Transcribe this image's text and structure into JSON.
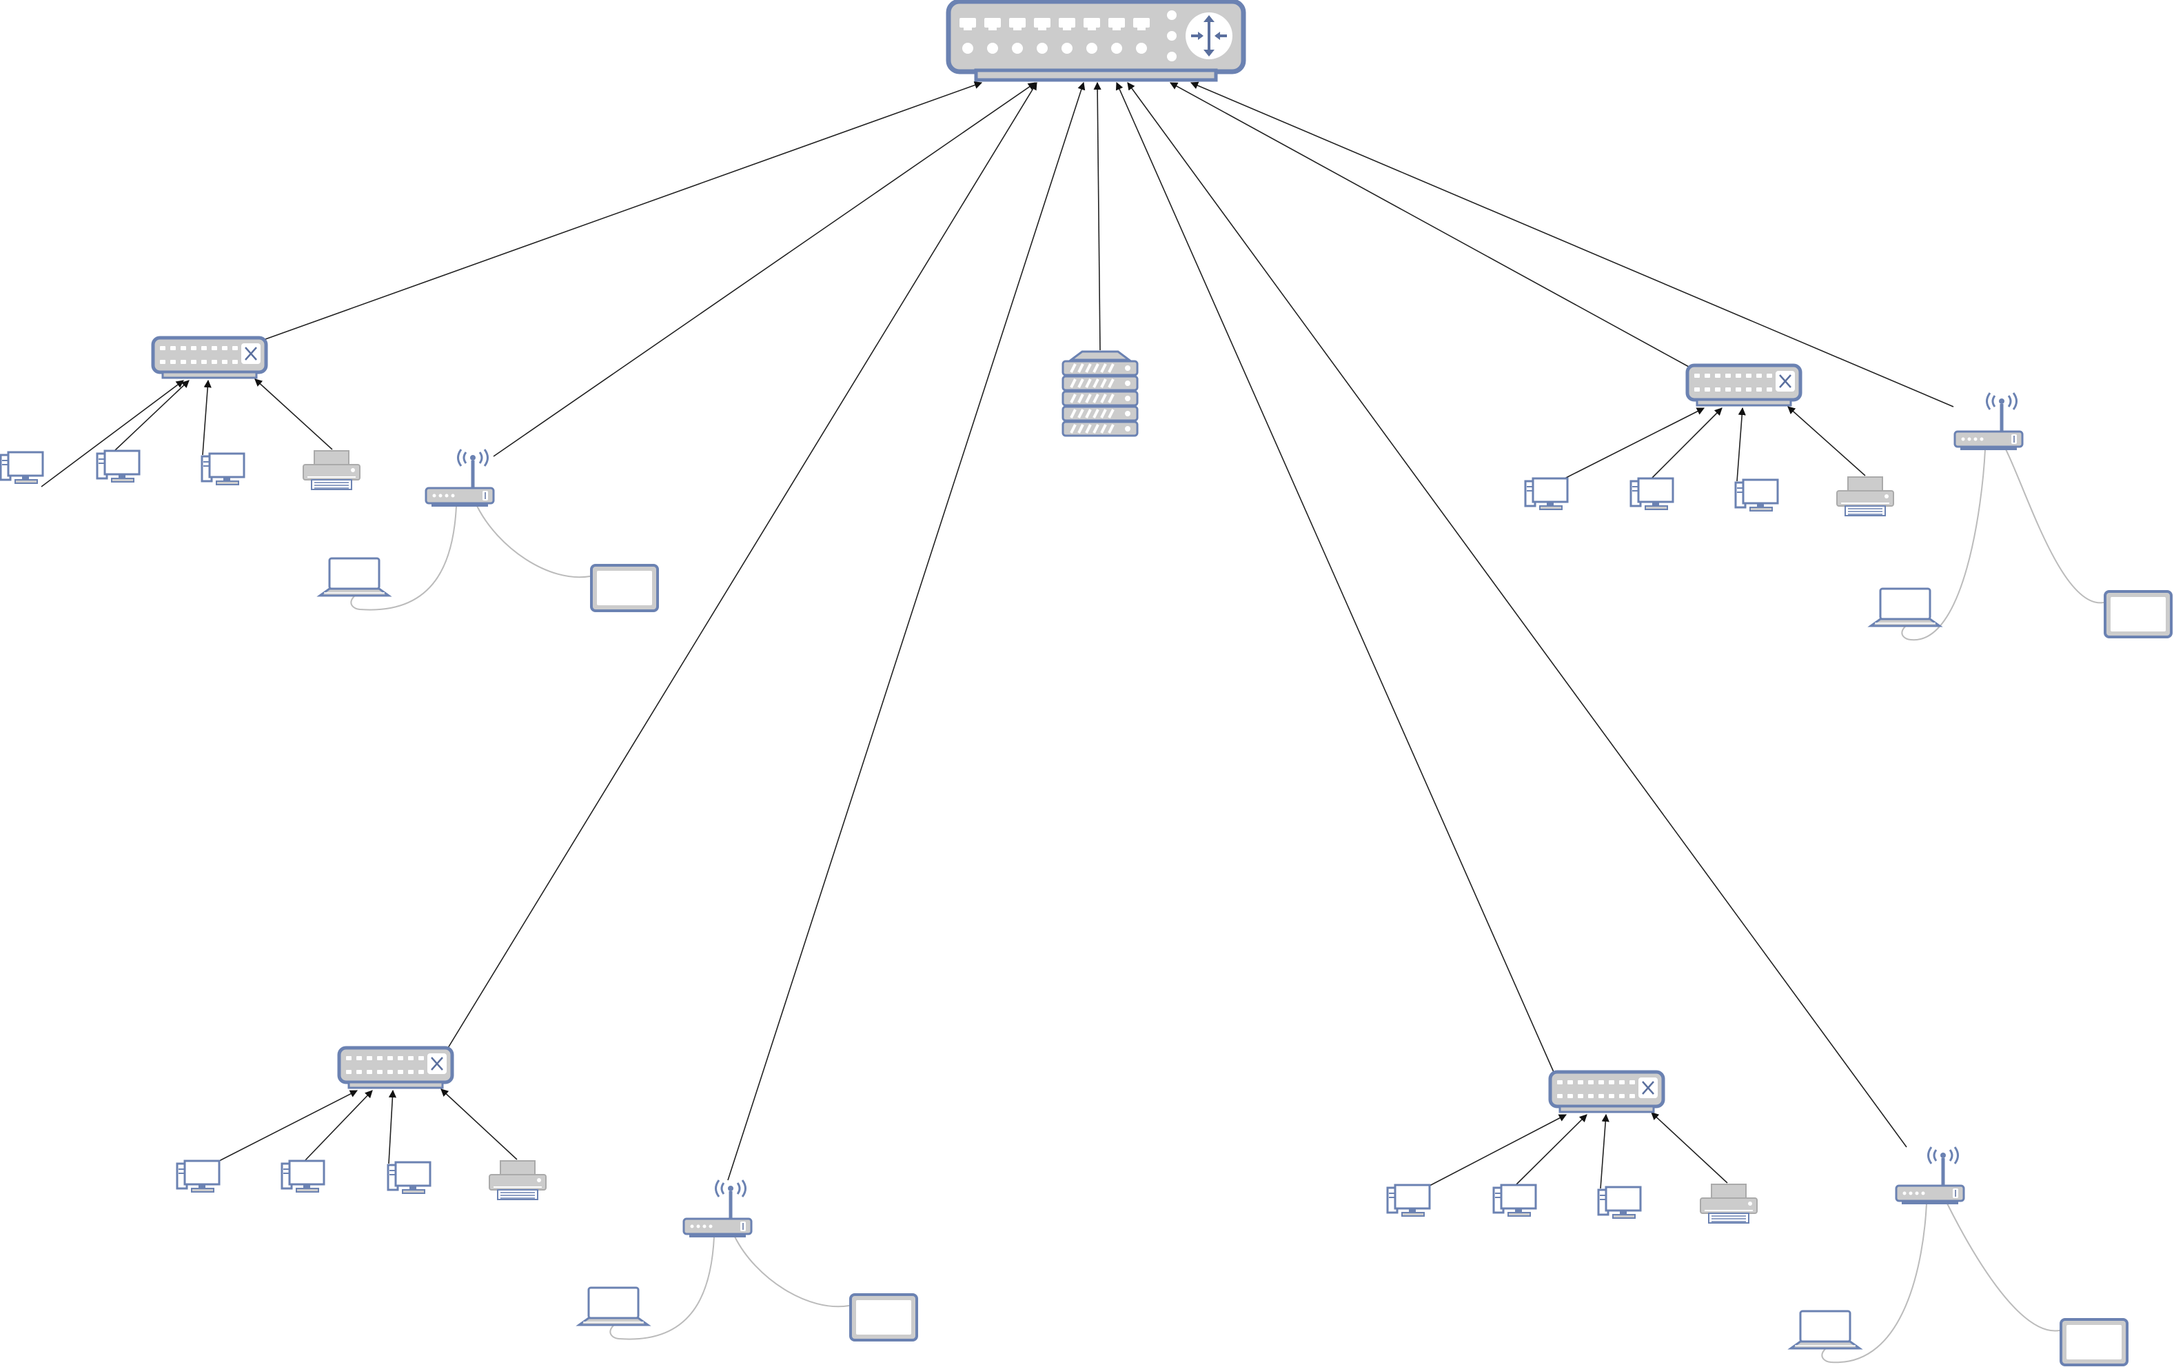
{
  "diagram": {
    "kind": "network-topology",
    "colors": {
      "device_fill": "#cccccc",
      "device_stroke": "#6b82b2",
      "device_stroke_dark": "#5a6f9e",
      "link": "#222222",
      "wireless_link": "#bbbbbb",
      "screen_fill": "#ffffff",
      "background": "#ffffff"
    },
    "nodes": [
      {
        "id": "core-router",
        "type": "router",
        "icon": "router-icon"
      },
      {
        "id": "server",
        "type": "server-rack",
        "icon": "server-rack-icon"
      },
      {
        "id": "switch-tl",
        "type": "switch",
        "icon": "switch-icon"
      },
      {
        "id": "switch-tr",
        "type": "switch",
        "icon": "switch-icon"
      },
      {
        "id": "switch-bl",
        "type": "switch",
        "icon": "switch-icon"
      },
      {
        "id": "switch-br",
        "type": "switch",
        "icon": "switch-icon"
      },
      {
        "id": "ap-tl",
        "type": "wireless-access-point",
        "icon": "wifi-access-point-icon"
      },
      {
        "id": "ap-tr",
        "type": "wireless-access-point",
        "icon": "wifi-access-point-icon"
      },
      {
        "id": "ap-bl",
        "type": "wireless-access-point",
        "icon": "wifi-access-point-icon"
      },
      {
        "id": "ap-br",
        "type": "wireless-access-point",
        "icon": "wifi-access-point-icon"
      },
      {
        "id": "pc-tl-1",
        "type": "pc",
        "icon": "desktop-pc-icon"
      },
      {
        "id": "pc-tl-2",
        "type": "pc",
        "icon": "desktop-pc-icon"
      },
      {
        "id": "pc-tl-3",
        "type": "pc",
        "icon": "desktop-pc-icon"
      },
      {
        "id": "printer-tl",
        "type": "printer",
        "icon": "printer-icon"
      },
      {
        "id": "pc-tr-1",
        "type": "pc",
        "icon": "desktop-pc-icon"
      },
      {
        "id": "pc-tr-2",
        "type": "pc",
        "icon": "desktop-pc-icon"
      },
      {
        "id": "pc-tr-3",
        "type": "pc",
        "icon": "desktop-pc-icon"
      },
      {
        "id": "printer-tr",
        "type": "printer",
        "icon": "printer-icon"
      },
      {
        "id": "pc-bl-1",
        "type": "pc",
        "icon": "desktop-pc-icon"
      },
      {
        "id": "pc-bl-2",
        "type": "pc",
        "icon": "desktop-pc-icon"
      },
      {
        "id": "pc-bl-3",
        "type": "pc",
        "icon": "desktop-pc-icon"
      },
      {
        "id": "printer-bl",
        "type": "printer",
        "icon": "printer-icon"
      },
      {
        "id": "pc-br-1",
        "type": "pc",
        "icon": "desktop-pc-icon"
      },
      {
        "id": "pc-br-2",
        "type": "pc",
        "icon": "desktop-pc-icon"
      },
      {
        "id": "pc-br-3",
        "type": "pc",
        "icon": "desktop-pc-icon"
      },
      {
        "id": "printer-br",
        "type": "printer",
        "icon": "printer-icon"
      },
      {
        "id": "laptop-tl",
        "type": "laptop",
        "icon": "laptop-icon"
      },
      {
        "id": "tablet-tl",
        "type": "tablet",
        "icon": "tablet-icon"
      },
      {
        "id": "laptop-tr",
        "type": "laptop",
        "icon": "laptop-icon"
      },
      {
        "id": "tablet-tr",
        "type": "tablet",
        "icon": "tablet-icon"
      },
      {
        "id": "laptop-bl",
        "type": "laptop",
        "icon": "laptop-icon"
      },
      {
        "id": "tablet-bl",
        "type": "tablet",
        "icon": "tablet-icon"
      },
      {
        "id": "laptop-br",
        "type": "laptop",
        "icon": "laptop-icon"
      },
      {
        "id": "tablet-br",
        "type": "tablet",
        "icon": "tablet-icon"
      }
    ],
    "links": [
      {
        "from": "switch-tl",
        "to": "core-router",
        "style": "wired"
      },
      {
        "from": "ap-tl",
        "to": "core-router",
        "style": "wired"
      },
      {
        "from": "switch-bl",
        "to": "core-router",
        "style": "wired"
      },
      {
        "from": "ap-bl",
        "to": "core-router",
        "style": "wired"
      },
      {
        "from": "server",
        "to": "core-router",
        "style": "wired"
      },
      {
        "from": "switch-br",
        "to": "core-router",
        "style": "wired"
      },
      {
        "from": "ap-br",
        "to": "core-router",
        "style": "wired"
      },
      {
        "from": "switch-tr",
        "to": "core-router",
        "style": "wired"
      },
      {
        "from": "ap-tr",
        "to": "core-router",
        "style": "wired"
      },
      {
        "from": "pc-tl-1",
        "to": "switch-tl",
        "style": "wired"
      },
      {
        "from": "pc-tl-2",
        "to": "switch-tl",
        "style": "wired"
      },
      {
        "from": "pc-tl-3",
        "to": "switch-tl",
        "style": "wired"
      },
      {
        "from": "printer-tl",
        "to": "switch-tl",
        "style": "wired"
      },
      {
        "from": "pc-tr-1",
        "to": "switch-tr",
        "style": "wired"
      },
      {
        "from": "pc-tr-2",
        "to": "switch-tr",
        "style": "wired"
      },
      {
        "from": "pc-tr-3",
        "to": "switch-tr",
        "style": "wired"
      },
      {
        "from": "printer-tr",
        "to": "switch-tr",
        "style": "wired"
      },
      {
        "from": "pc-bl-1",
        "to": "switch-bl",
        "style": "wired"
      },
      {
        "from": "pc-bl-2",
        "to": "switch-bl",
        "style": "wired"
      },
      {
        "from": "pc-bl-3",
        "to": "switch-bl",
        "style": "wired"
      },
      {
        "from": "printer-bl",
        "to": "switch-bl",
        "style": "wired"
      },
      {
        "from": "pc-br-1",
        "to": "switch-br",
        "style": "wired"
      },
      {
        "from": "pc-br-2",
        "to": "switch-br",
        "style": "wired"
      },
      {
        "from": "pc-br-3",
        "to": "switch-br",
        "style": "wired"
      },
      {
        "from": "printer-br",
        "to": "switch-br",
        "style": "wired"
      },
      {
        "from": "ap-tl",
        "to": "laptop-tl",
        "style": "wireless"
      },
      {
        "from": "ap-tl",
        "to": "tablet-tl",
        "style": "wireless"
      },
      {
        "from": "ap-tr",
        "to": "laptop-tr",
        "style": "wireless"
      },
      {
        "from": "ap-tr",
        "to": "tablet-tr",
        "style": "wireless"
      },
      {
        "from": "ap-bl",
        "to": "laptop-bl",
        "style": "wireless"
      },
      {
        "from": "ap-bl",
        "to": "tablet-bl",
        "style": "wireless"
      },
      {
        "from": "ap-br",
        "to": "laptop-br",
        "style": "wireless"
      },
      {
        "from": "ap-br",
        "to": "tablet-br",
        "style": "wireless"
      }
    ]
  }
}
